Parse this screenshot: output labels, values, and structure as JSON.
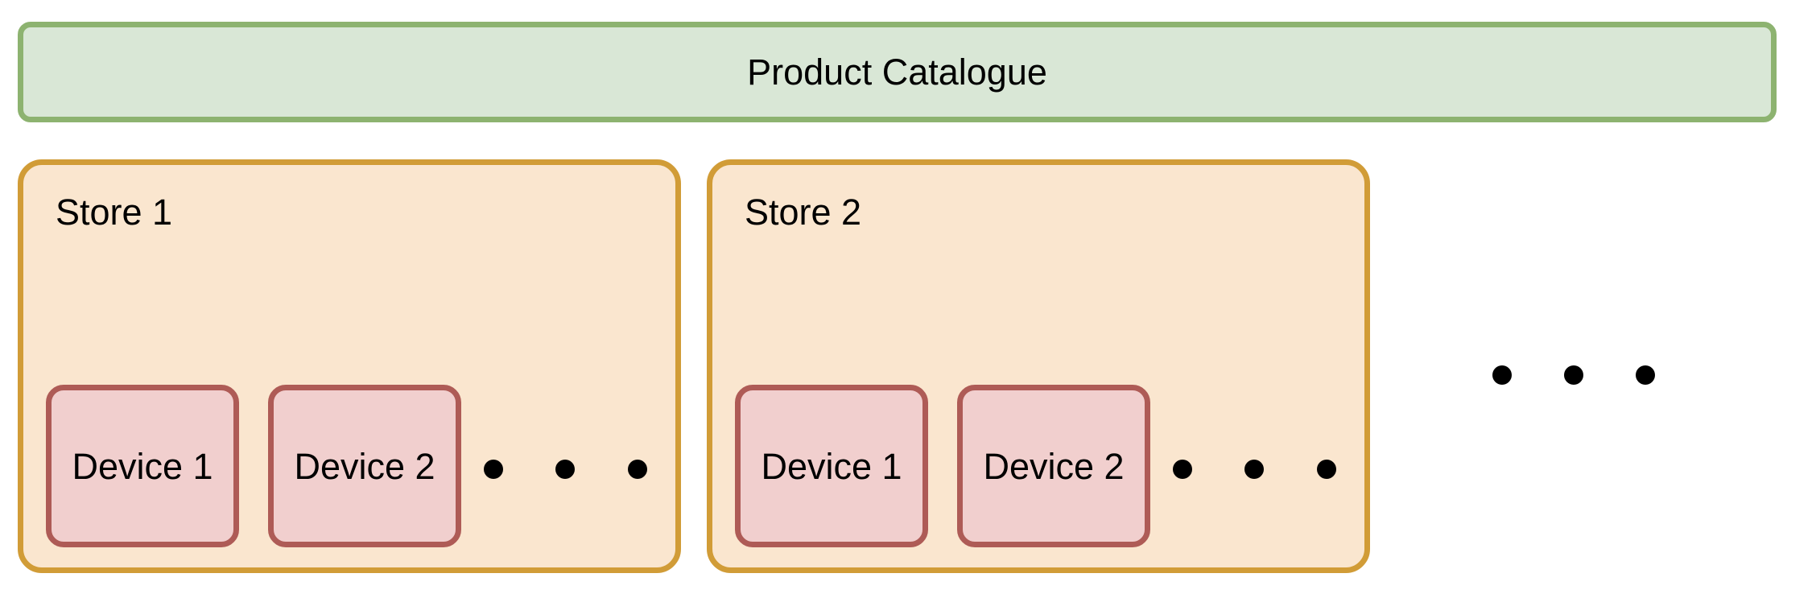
{
  "catalogue": {
    "label": "Product Catalogue"
  },
  "stores": [
    {
      "label": "Store 1",
      "devices": [
        {
          "label": "Device 1"
        },
        {
          "label": "Device 2"
        }
      ],
      "more_devices_icon": "ellipsis-dots"
    },
    {
      "label": "Store 2",
      "devices": [
        {
          "label": "Device 1"
        },
        {
          "label": "Device 2"
        }
      ],
      "more_devices_icon": "ellipsis-dots"
    }
  ],
  "more_stores_icon": "ellipsis-dots",
  "colors": {
    "catalogue_fill": "#d9e7d6",
    "catalogue_stroke": "#8db370",
    "store_fill": "#fae6cf",
    "store_stroke": "#d19c37",
    "device_fill": "#f1cfce",
    "device_stroke": "#ae5b56"
  }
}
